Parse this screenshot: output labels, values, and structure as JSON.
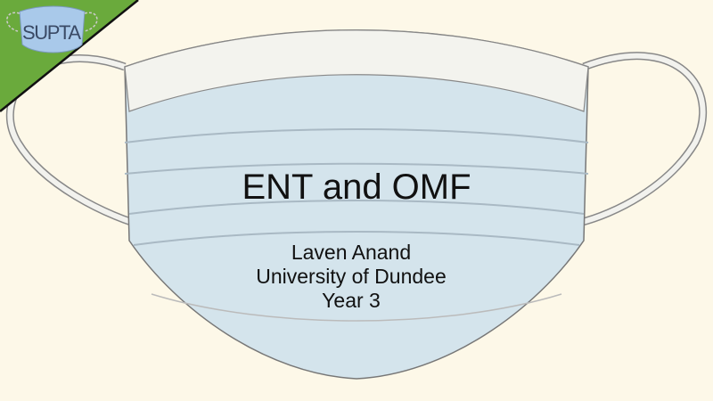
{
  "logo": {
    "text": "SUPTA"
  },
  "slide": {
    "title": "ENT and OMF",
    "author": "Laven Anand",
    "institution": "University of Dundee",
    "year": "Year 3"
  },
  "colors": {
    "background": "#fdf8e8",
    "corner": "#6aaa3c",
    "mask": "#d4e4ec"
  }
}
